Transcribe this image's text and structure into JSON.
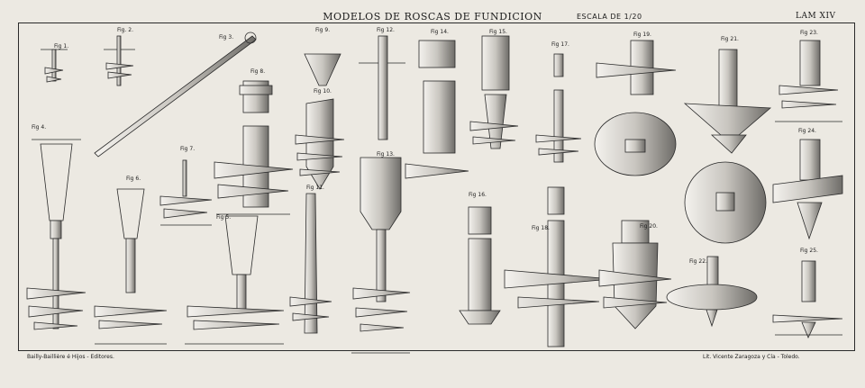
{
  "plate": {
    "title": "MODELOS DE ROSCAS DE FUNDICION",
    "scale": "ESCALA DE 1/20",
    "plate_number": "LAM XIV",
    "publisher": "Bailly-Baillière é Hijos - Editores.",
    "printer": "Lit. Vicente Zaragoza y Cía - Toledo."
  },
  "figures": [
    {
      "label": "Fig 1."
    },
    {
      "label": "Fig. 2."
    },
    {
      "label": "Fig 3."
    },
    {
      "label": "Fig 4."
    },
    {
      "label": "Fig 5."
    },
    {
      "label": "Fig 6."
    },
    {
      "label": "Fig 7."
    },
    {
      "label": "Fig 8."
    },
    {
      "label": "Fig 9."
    },
    {
      "label": "Fig 10."
    },
    {
      "label": "Fig 11."
    },
    {
      "label": "Fig 12."
    },
    {
      "label": "Fig 13."
    },
    {
      "label": "Fig 14."
    },
    {
      "label": "Fig 15."
    },
    {
      "label": "Fig 16."
    },
    {
      "label": "Fig 17."
    },
    {
      "label": "Fig 18."
    },
    {
      "label": "Fig 19."
    },
    {
      "label": "Fig 20."
    },
    {
      "label": "Fig 21."
    },
    {
      "label": "Fig 22."
    },
    {
      "label": "Fig 23."
    },
    {
      "label": "Fig 24."
    },
    {
      "label": "Fig 25."
    }
  ],
  "colors": {
    "ink": "#2a2a2a",
    "paper": "#ece9e2",
    "shade": "#b9b6b0"
  }
}
